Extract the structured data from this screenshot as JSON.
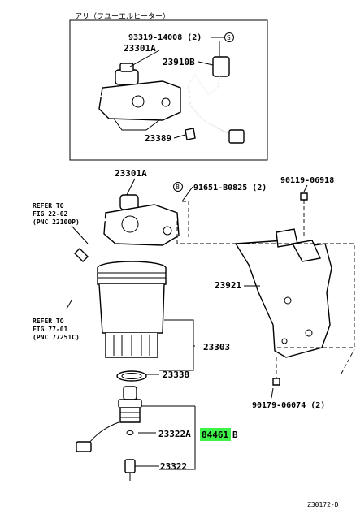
{
  "inset": {
    "caption": "アリ（フユーエルヒーター）",
    "labels": {
      "l93319": "93319-14008 (2)",
      "l93319_mark": "S",
      "l23301a": "23301A",
      "l23910b": "23910B",
      "l23389": "23389"
    }
  },
  "main": {
    "labels": {
      "l23301a": "23301A",
      "l91651": "91651-B0825 (2)",
      "l91651_mark": "B",
      "l90119": "90119-06918",
      "l23921": "23921",
      "l23303": "23303",
      "l23338": "23338",
      "l90179": "90179-06074 (2)",
      "l23322a": "23322A",
      "l84461b_num": "84461",
      "l84461b_suffix": "B",
      "l23322": "23322"
    },
    "refer1": [
      "REFER TO",
      "FIG 22-02",
      "(PNC 22100P)"
    ],
    "refer2": [
      "REFER TO",
      "FIG 77-01",
      "(PNC 77251C)"
    ]
  },
  "diagram_id": "Z30172-D",
  "colors": {
    "highlight": "#3ef24a",
    "line": "#000000",
    "background": "#ffffff"
  }
}
